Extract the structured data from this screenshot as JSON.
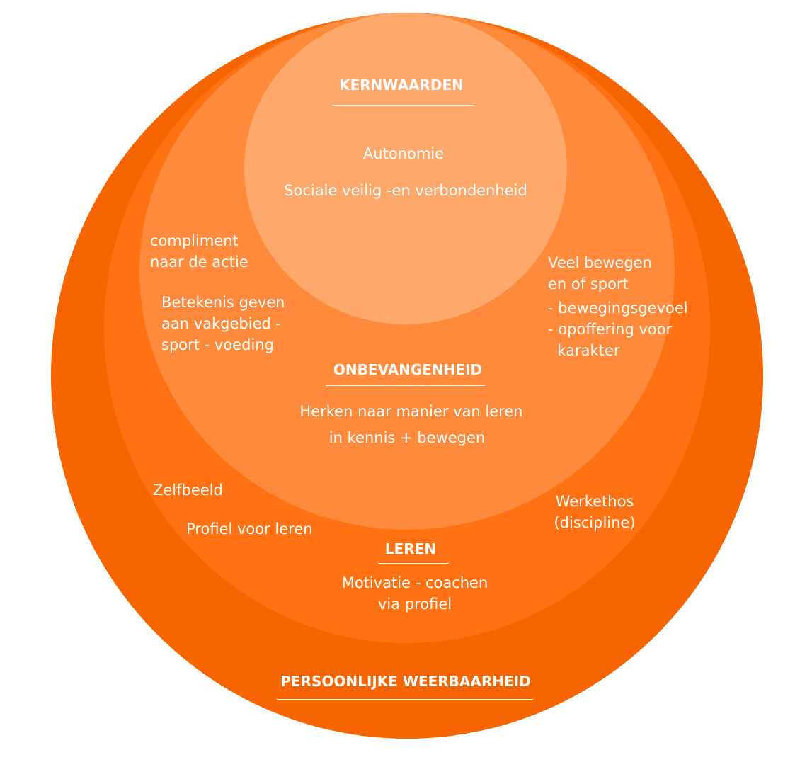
{
  "colors": {
    "outer": "#F76500",
    "ring2": "#FF7112",
    "ring3": "#FF8A3C",
    "core": "#FFA86B",
    "text": "#FFFFFF"
  },
  "layers": {
    "core": {
      "title": "KERNWAARDEN",
      "items": [
        "Autonomie",
        "Sociale veilig -en verbondenheid"
      ]
    },
    "onbevangenheid": {
      "title": "ONBEVANGENHEID",
      "center_lines": [
        "Herken naar manier van leren",
        "in kennis + bewegen"
      ],
      "left_top": [
        "compliment",
        "naar de actie"
      ],
      "left_mid": [
        "Betekenis geven",
        "aan vakgebied -",
        "sport - voeding"
      ],
      "right": [
        "Veel bewegen",
        "en of sport",
        "- bewegingsgevoel",
        "- opoffering voor",
        "  karakter"
      ]
    },
    "leren": {
      "title": "LEREN",
      "center_lines": [
        "Motivatie - coachen",
        "via profiel"
      ],
      "left_top": "Zelfbeeld",
      "left_mid": "Profiel voor leren",
      "right": [
        "Werkethos",
        "(discipline)"
      ]
    },
    "outer": {
      "title": "PERSOONLIJKE WEERBAARHEID"
    }
  }
}
